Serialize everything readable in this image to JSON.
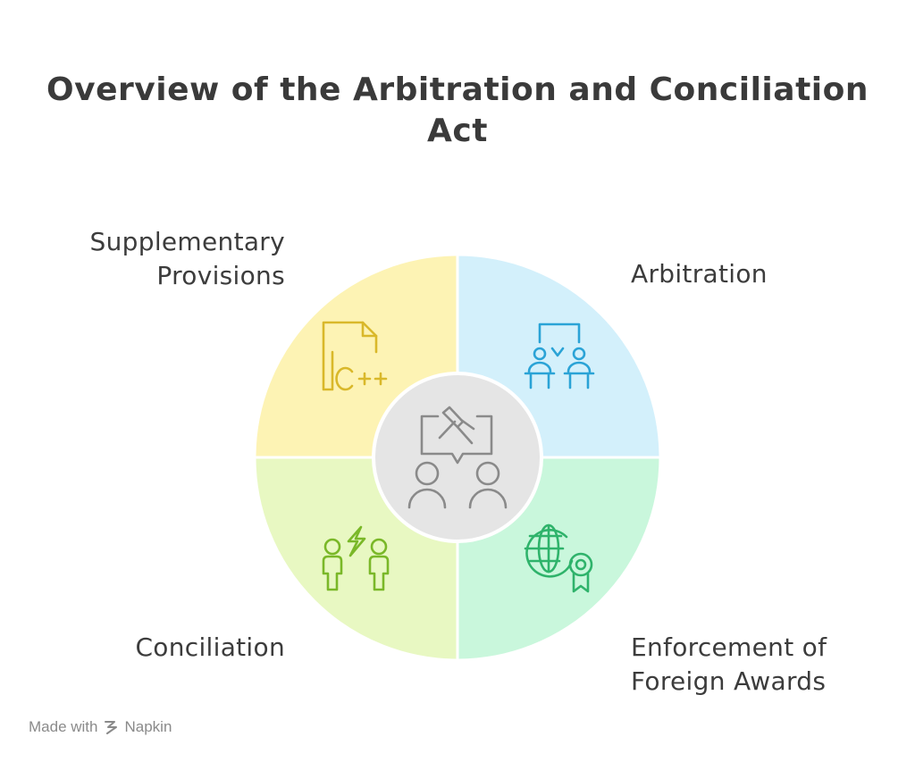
{
  "title": {
    "line1": "Overview of the Arbitration and Conciliation",
    "line2": "Act"
  },
  "segments": [
    {
      "id": "supplementary",
      "label_line1": "Supplementary",
      "label_line2": "Provisions",
      "icon": "cpp-document-icon",
      "fill": "#fdf3b4",
      "icon_color": "#d9b82a"
    },
    {
      "id": "arbitration",
      "label_line1": "Arbitration",
      "label_line2": "",
      "icon": "arbitration-podium-icon",
      "fill": "#d3f0fb",
      "icon_color": "#2aa3d6"
    },
    {
      "id": "conciliation",
      "label_line1": "Conciliation",
      "label_line2": "",
      "icon": "conflict-people-icon",
      "fill": "#e8f8c2",
      "icon_color": "#7ab828"
    },
    {
      "id": "enforcement",
      "label_line1": "Enforcement of",
      "label_line2": "Foreign Awards",
      "icon": "globe-award-icon",
      "fill": "#c9f7dc",
      "icon_color": "#2fb36b"
    }
  ],
  "center": {
    "icon": "gavel-discussion-icon",
    "fill": "#e5e5e5",
    "icon_color": "#8a8a8a"
  },
  "footer": {
    "made_with": "Made with",
    "brand": "Napkin"
  }
}
